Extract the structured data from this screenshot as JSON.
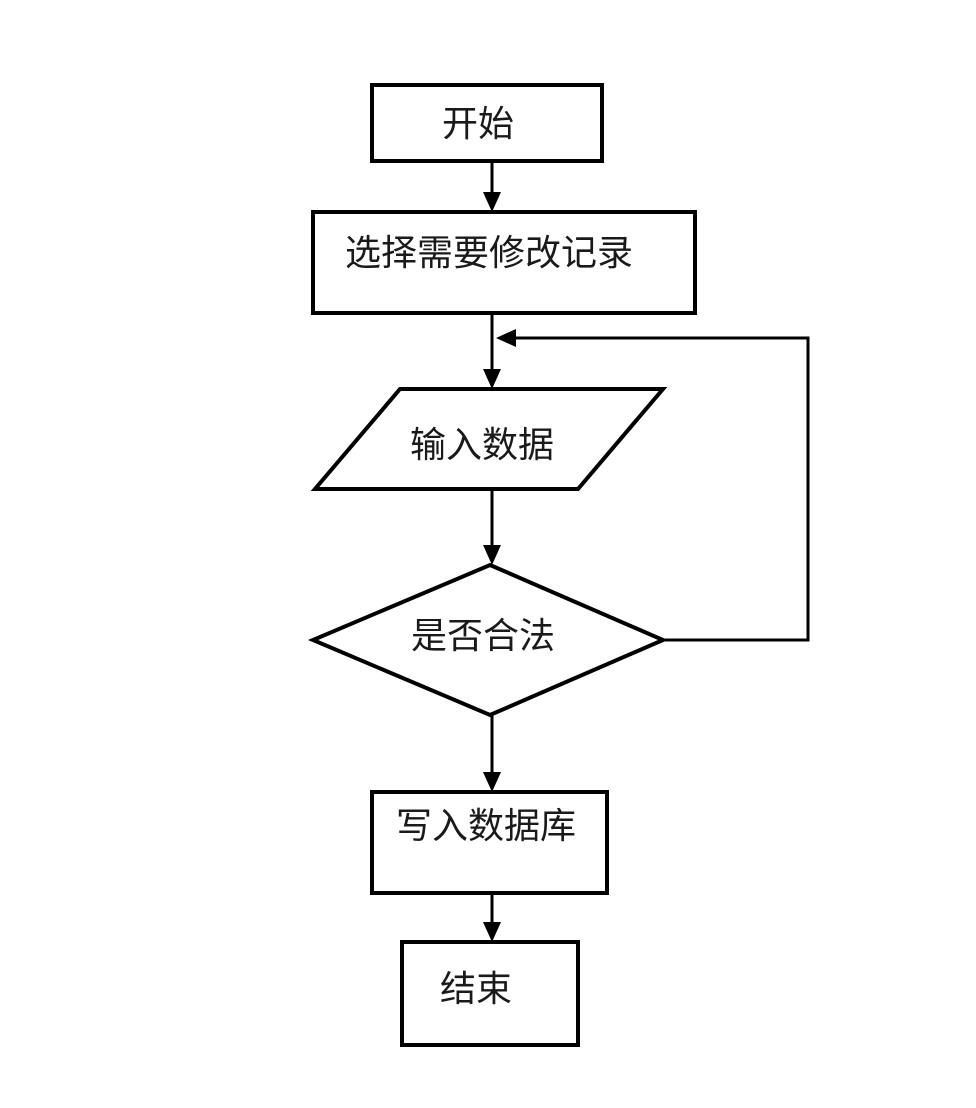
{
  "diagram": {
    "type": "flowchart",
    "background_color": "#ffffff",
    "line_color": "#000000",
    "text_color": "#1a1a1a",
    "shape_fill_color": "#ffffff",
    "nodes": [
      {
        "id": "start",
        "type": "rectangle",
        "label": "开始"
      },
      {
        "id": "select",
        "type": "rectangle",
        "label": "选择需要修改记录"
      },
      {
        "id": "input",
        "type": "parallelogram",
        "label": "输入数据"
      },
      {
        "id": "valid",
        "type": "diamond",
        "label": "是否合法"
      },
      {
        "id": "write",
        "type": "rectangle",
        "label": "写入数据库"
      },
      {
        "id": "end",
        "type": "rectangle",
        "label": "结束"
      }
    ],
    "edges": [
      {
        "from": "start",
        "to": "select"
      },
      {
        "from": "select",
        "to": "input"
      },
      {
        "from": "input",
        "to": "valid"
      },
      {
        "from": "valid",
        "to": "write"
      },
      {
        "from": "valid",
        "to": "input",
        "kind": "loop-back-right-side"
      },
      {
        "from": "write",
        "to": "end"
      }
    ]
  }
}
